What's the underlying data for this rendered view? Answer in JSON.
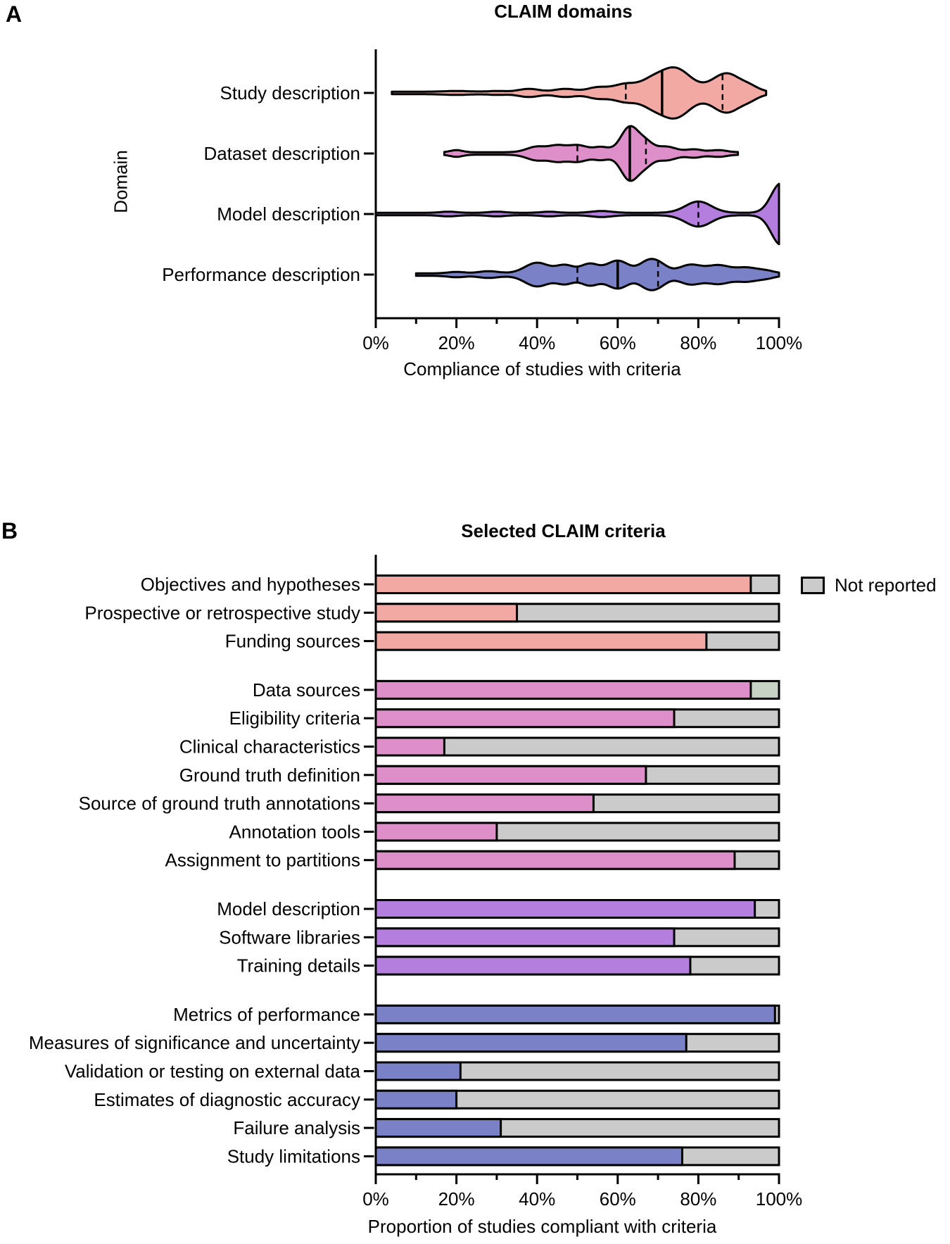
{
  "panel_a": {
    "letter": "A"
  },
  "panel_b": {
    "letter": "B"
  },
  "chart_data": [
    {
      "type": "violin",
      "orientation": "horizontal",
      "title": "CLAIM domains",
      "xlabel": "Compliance of studies with criteria",
      "ylabel": "Domain",
      "xlim": [
        0,
        100
      ],
      "x_tick_labels": [
        "0%",
        "20%",
        "40%",
        "60%",
        "80%",
        "100%"
      ],
      "x_major_step": 20,
      "x_minor_step": 10,
      "categories": [
        "Study description",
        "Dataset description",
        "Model description",
        "Performance description"
      ],
      "series": [
        {
          "name": "Study description",
          "color": "#F2A9A3",
          "range": [
            4,
            97
          ],
          "median": 71,
          "q1": 62,
          "q3": 86,
          "profile": [
            [
              20,
              3,
              1
            ],
            [
              30,
              2,
              1
            ],
            [
              38,
              2.5,
              4
            ],
            [
              47,
              2.5,
              4
            ],
            [
              55,
              2.5,
              6
            ],
            [
              62,
              3,
              11
            ],
            [
              68,
              2.5,
              9
            ],
            [
              74,
              4,
              34
            ],
            [
              87,
              3.5,
              26
            ],
            [
              93,
              2,
              5
            ]
          ]
        },
        {
          "name": "Dataset description",
          "color": "#DE8EC8",
          "range": [
            17,
            90
          ],
          "median": 63,
          "q1": 50,
          "q3": 67,
          "profile": [
            [
              20,
              1.5,
              3
            ],
            [
              40,
              2.5,
              8
            ],
            [
              45,
              2,
              8
            ],
            [
              50,
              2.5,
              10
            ],
            [
              56,
              2,
              7
            ],
            [
              63,
              2.2,
              36
            ],
            [
              67,
              1.8,
              12
            ],
            [
              72,
              2.5,
              8
            ],
            [
              79,
              2,
              4
            ],
            [
              85,
              2,
              3
            ]
          ]
        },
        {
          "name": "Model description",
          "color": "#B47EDE",
          "range": [
            0,
            100
          ],
          "median": null,
          "q1": 80,
          "q3": null,
          "profile": [
            [
              18,
              2,
              1.5
            ],
            [
              30,
              2,
              1.5
            ],
            [
              43,
              2,
              1.5
            ],
            [
              56,
              2.5,
              2.5
            ],
            [
              80,
              3.2,
              16
            ],
            [
              100.5,
              2.4,
              42
            ]
          ]
        },
        {
          "name": "Performance description",
          "color": "#7B81C6",
          "range": [
            10,
            100
          ],
          "median": 60,
          "q1": 50,
          "q3": 70,
          "profile": [
            [
              20,
              2,
              2
            ],
            [
              28,
              2.5,
              3
            ],
            [
              40,
              3,
              15
            ],
            [
              47,
              2.2,
              11
            ],
            [
              53,
              2.2,
              13
            ],
            [
              60,
              2.8,
              18
            ],
            [
              67,
              2,
              12
            ],
            [
              70,
              2.2,
              14
            ],
            [
              78,
              2.8,
              12
            ],
            [
              85,
              2.8,
              11
            ],
            [
              92,
              2.8,
              8
            ],
            [
              97,
              2,
              3
            ]
          ]
        }
      ]
    },
    {
      "type": "stacked-bar",
      "orientation": "horizontal",
      "title": "Selected CLAIM criteria",
      "xlabel": "Proportion of studies compliant with criteria",
      "xlim": [
        0,
        100
      ],
      "x_tick_labels": [
        "0%",
        "20%",
        "40%",
        "60%",
        "80%",
        "100%"
      ],
      "x_major_step": 20,
      "x_minor_step": 10,
      "bar_total": 100,
      "not_reported_color": "#CBCBCB",
      "legend": {
        "label": "Not reported",
        "color": "#CBCBCB"
      },
      "groups": [
        {
          "color": "#F2A9A3",
          "items": [
            {
              "label": "Objectives and hypotheses",
              "value": 93
            },
            {
              "label": "Prospective or retrospective study",
              "value": 35
            },
            {
              "label": "Funding sources",
              "value": 82
            }
          ]
        },
        {
          "color": "#DE8EC8",
          "items": [
            {
              "label": "Data sources",
              "value": 93,
              "remainder_color": "#C8D2C4"
            },
            {
              "label": "Eligibility criteria",
              "value": 74
            },
            {
              "label": "Clinical characteristics",
              "value": 17
            },
            {
              "label": "Ground truth definition",
              "value": 67
            },
            {
              "label": "Source of ground truth annotations",
              "value": 54
            },
            {
              "label": "Annotation tools",
              "value": 30
            },
            {
              "label": "Assignment to partitions",
              "value": 89
            }
          ]
        },
        {
          "color": "#B47EDE",
          "items": [
            {
              "label": "Model description",
              "value": 94
            },
            {
              "label": "Software libraries",
              "value": 74
            },
            {
              "label": "Training details",
              "value": 78
            }
          ]
        },
        {
          "color": "#7B81C6",
          "items": [
            {
              "label": "Metrics of performance",
              "value": 99
            },
            {
              "label": "Measures of significance and uncertainty",
              "value": 77
            },
            {
              "label": "Validation or testing on external data",
              "value": 21
            },
            {
              "label": "Estimates of diagnostic accuracy",
              "value": 20
            },
            {
              "label": "Failure analysis",
              "value": 31
            },
            {
              "label": "Study limitations",
              "value": 76
            }
          ]
        }
      ]
    }
  ]
}
